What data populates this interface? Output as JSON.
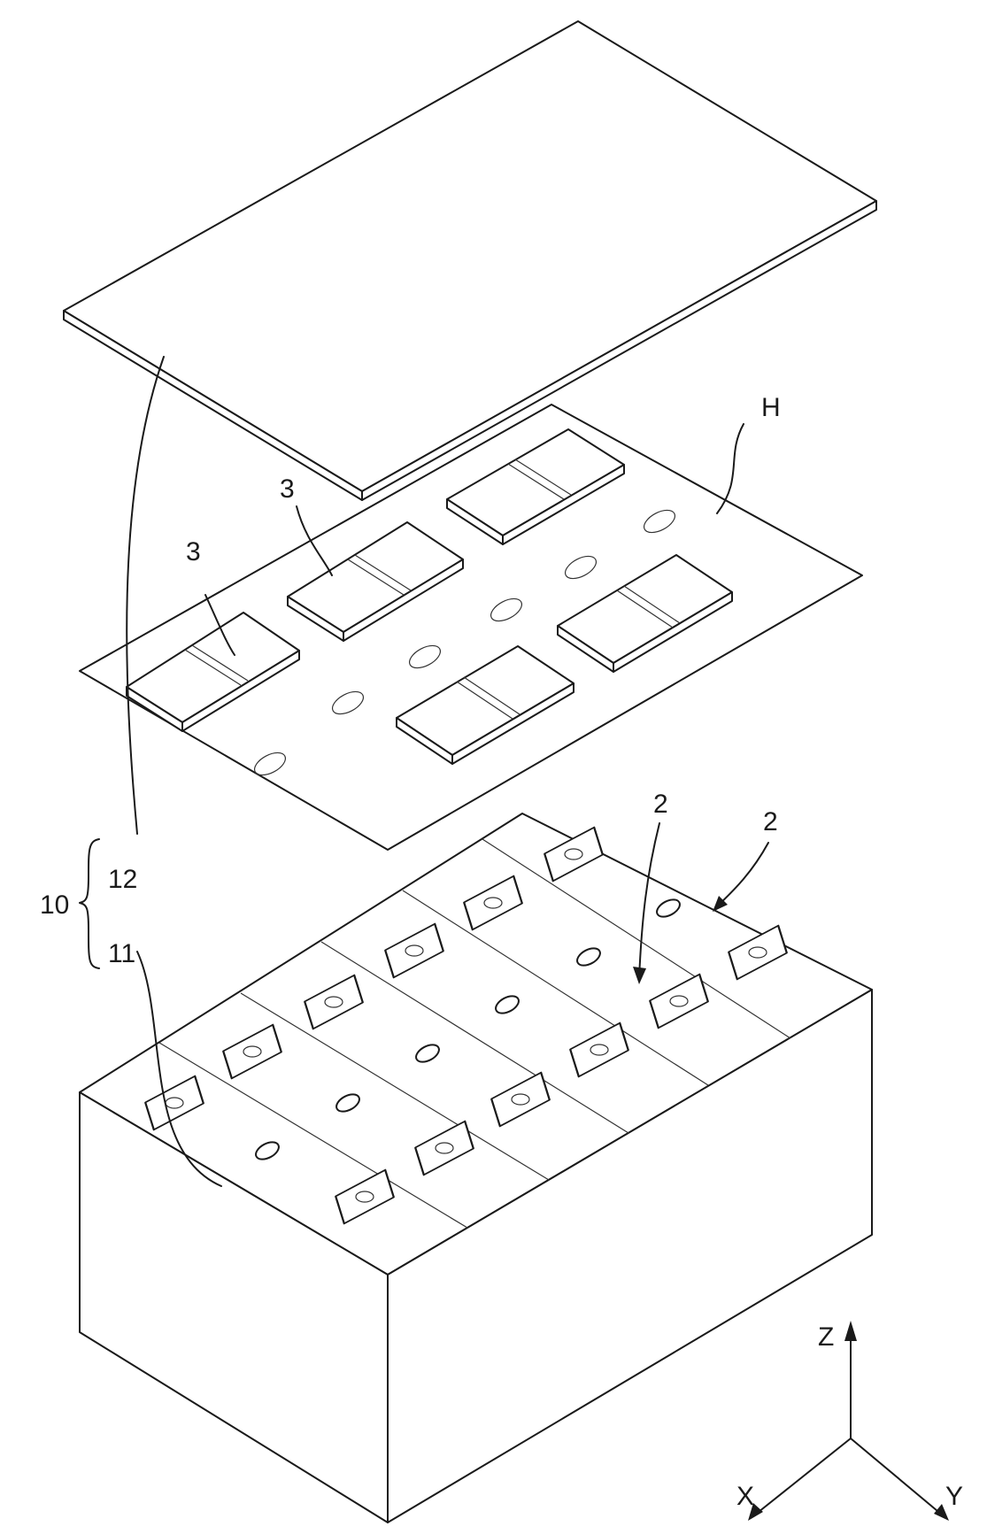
{
  "labels": {
    "cover_sheet": "H",
    "pad_a": "3",
    "pad_b": "3",
    "cell_a": "2",
    "cell_b": "2",
    "assembly": "10",
    "upper_part": "12",
    "lower_part": "11"
  },
  "axes": {
    "z": "Z",
    "x": "X",
    "y": "Y"
  }
}
